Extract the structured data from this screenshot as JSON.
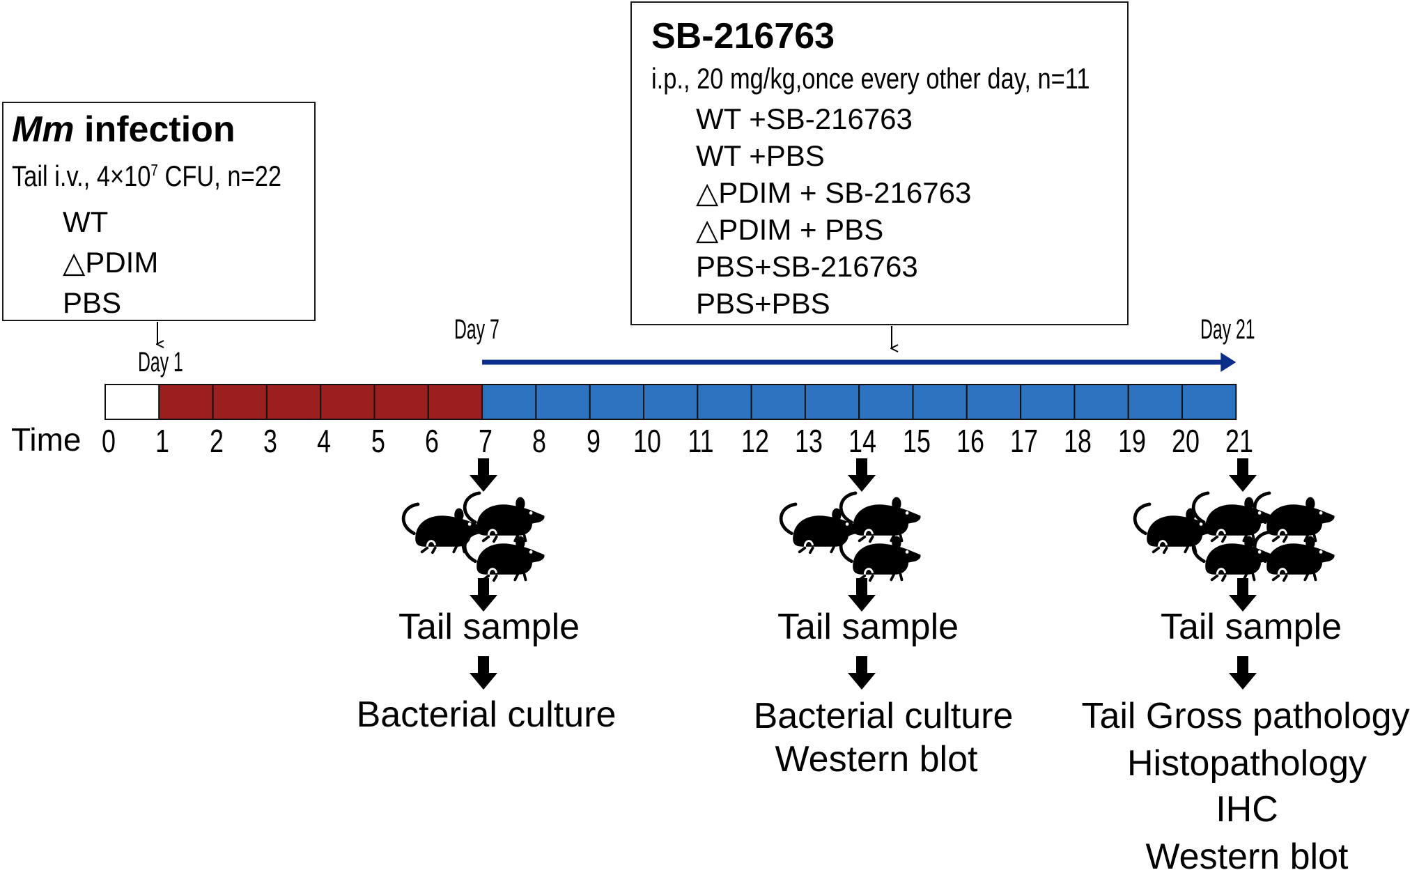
{
  "infection_box": {
    "title_italic": "Mm",
    "title_rest": " infection",
    "details_pre": "Tail i.v., 4×10",
    "details_sup": "7",
    "details_post": " CFU, n=22",
    "groups": [
      "WT",
      "△PDIM",
      "PBS"
    ]
  },
  "treatment_box": {
    "title": "SB-216763",
    "details": "i.p., 20 mg/kg,once every other day, n=11",
    "groups": [
      "WT +SB-216763",
      "WT +PBS",
      "△PDIM + SB-216763",
      "△PDIM + PBS",
      "PBS+SB-216763",
      "PBS+PBS"
    ]
  },
  "timeline": {
    "label": "Time",
    "ticks": [
      "0",
      "1",
      "2",
      "3",
      "4",
      "5",
      "6",
      "7",
      "8",
      "9",
      "10",
      "11",
      "12",
      "13",
      "14",
      "15",
      "16",
      "17",
      "18",
      "19",
      "20",
      "21"
    ],
    "day_markers": [
      "Day 1",
      "Day 7",
      "Day 21"
    ],
    "colors": {
      "empty": "#ffffff",
      "infection": "#9c1f1f",
      "treatment": "#2e73bf",
      "arrow": "#0b2e8a"
    }
  },
  "sampling": [
    {
      "day": "7",
      "mice": 3,
      "sample": "Tail sample",
      "analyses": [
        "Bacterial culture"
      ]
    },
    {
      "day": "14",
      "mice": 3,
      "sample": "Tail sample",
      "analyses": [
        "Bacterial culture",
        "Western blot"
      ]
    },
    {
      "day": "21",
      "mice": 5,
      "sample": "Tail sample",
      "analyses": [
        "Tail Gross pathology",
        "Histopathology",
        "IHC",
        "Western blot"
      ]
    }
  ]
}
